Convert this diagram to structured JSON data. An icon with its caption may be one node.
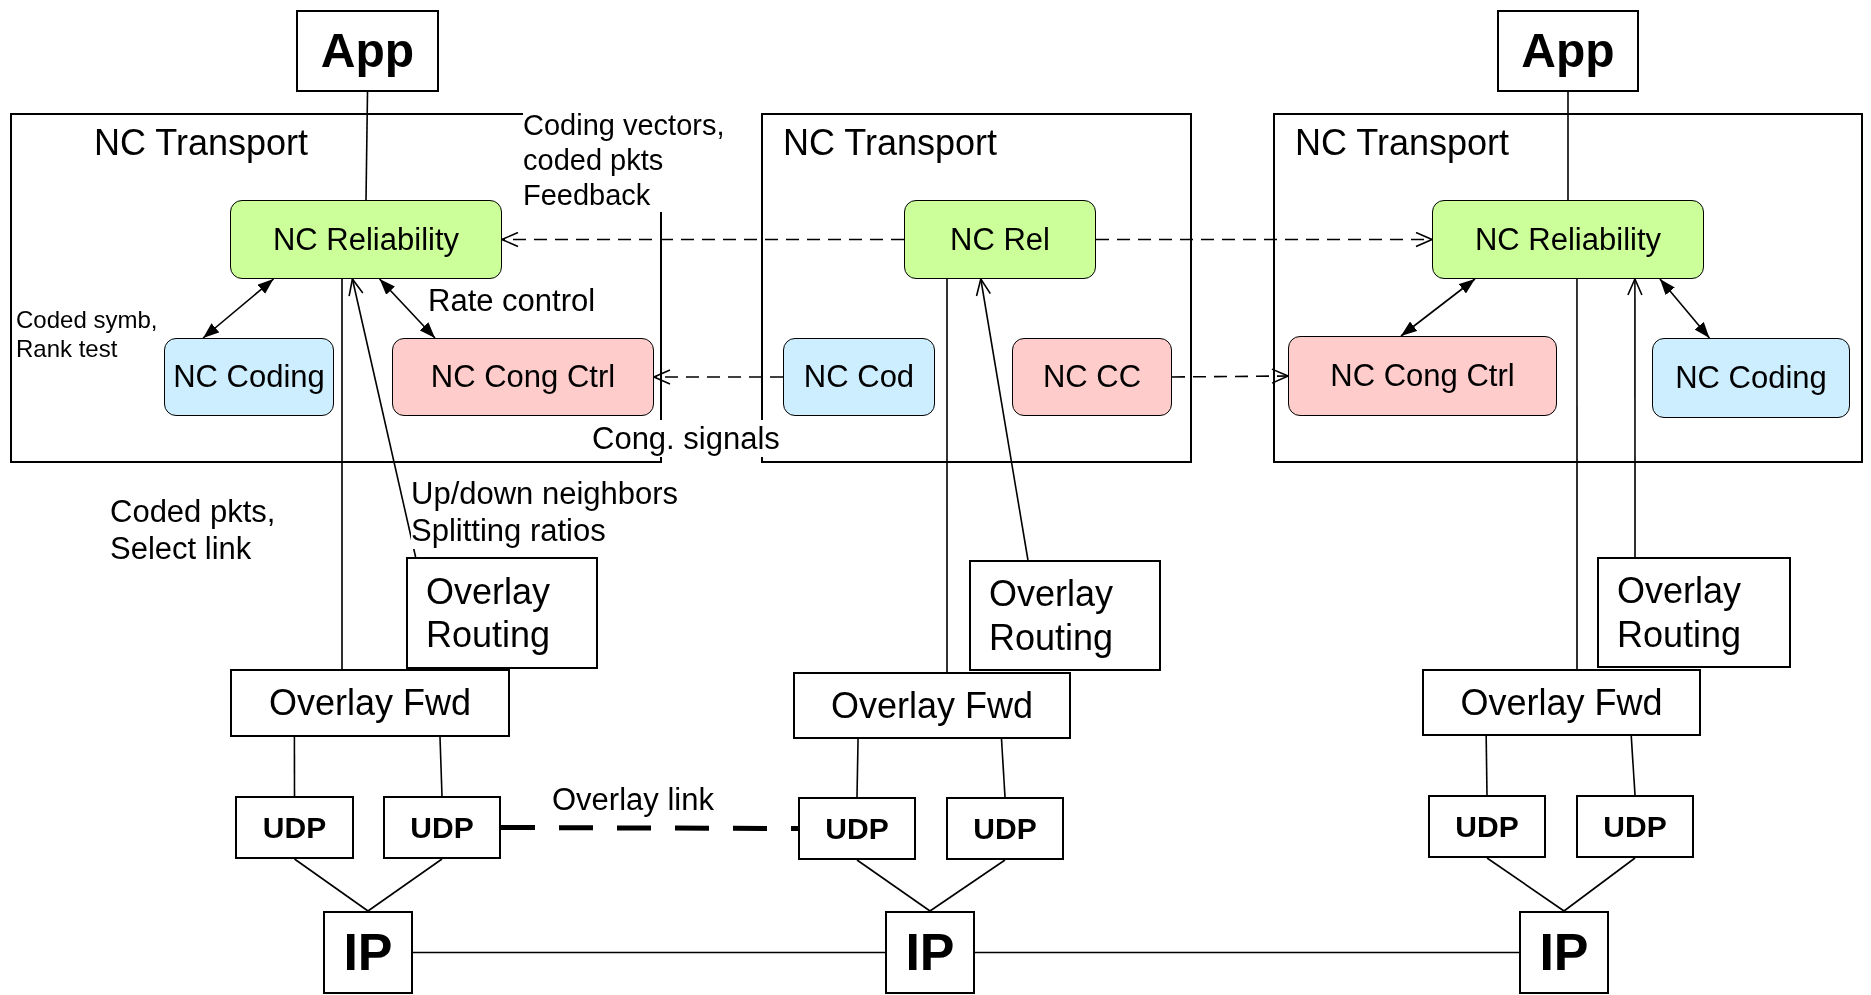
{
  "diagram": {
    "nodes": [
      {
        "text": [
          "App"
        ]
      },
      {
        "text": [
          "NC Transport"
        ]
      },
      {
        "text": [
          "NC Reliability"
        ],
        "in": 1
      },
      {
        "text": [
          "NC Coding"
        ],
        "in": 1
      },
      {
        "text": [
          "NC Cong Ctrl"
        ],
        "in": 1
      },
      {
        "text": [
          "Overlay Routing"
        ]
      },
      {
        "text": [
          "Overlay Fwd"
        ]
      },
      {
        "text": [
          "UDP"
        ]
      },
      {
        "text": [
          "UDP"
        ]
      },
      {
        "text": [
          "IP"
        ]
      },
      {
        "text": [
          "NC Transport"
        ]
      },
      {
        "text": [
          "NC Rel"
        ],
        "in": 10
      },
      {
        "text": [
          "NC Cod"
        ],
        "in": 10
      },
      {
        "text": [
          "NC CC"
        ],
        "in": 10
      },
      {
        "text": [
          "Overlay Routing"
        ]
      },
      {
        "text": [
          "Overlay Fwd"
        ]
      },
      {
        "text": [
          "UDP"
        ]
      },
      {
        "text": [
          "UDP"
        ]
      },
      {
        "text": [
          "IP"
        ]
      },
      {
        "text": [
          "App"
        ]
      },
      {
        "text": [
          "NC Transport"
        ]
      },
      {
        "text": [
          "NC Reliability"
        ],
        "in": 20
      },
      {
        "text": [
          "NC Cong Ctrl"
        ],
        "in": 20
      },
      {
        "text": [
          "NC Coding"
        ],
        "in": 20
      },
      {
        "text": [
          "Overlay Routing"
        ]
      },
      {
        "text": [
          "Overlay Fwd"
        ]
      },
      {
        "text": [
          "UDP"
        ]
      },
      {
        "text": [
          "UDP"
        ]
      },
      {
        "text": [
          "IP"
        ]
      }
    ],
    "edges": [
      {
        "from": 0,
        "to": 2,
        "arrow": "none"
      },
      {
        "from": 2,
        "to": 3,
        "arrow": "both",
        "label": "Coded symb, Rank test"
      },
      {
        "from": 2,
        "to": 4,
        "arrow": "both",
        "label": "Rate control"
      },
      {
        "from": 2,
        "to": 6,
        "arrow": "none",
        "label": "Coded pkts, Select link"
      },
      {
        "from": 5,
        "to": 2,
        "arrow": "to",
        "label": "Up/down neighbors Splitting ratios"
      },
      {
        "from": 11,
        "to": 2,
        "arrow": "to",
        "style": "dashed",
        "label": "Coding vectors, coded pkts Feedback"
      },
      {
        "from": 11,
        "to": 21,
        "arrow": "to",
        "style": "dashed"
      },
      {
        "from": 12,
        "to": 4,
        "arrow": "to",
        "style": "dashed",
        "label": "Cong. signals"
      },
      {
        "from": 13,
        "to": 22,
        "arrow": "to",
        "style": "dashed"
      },
      {
        "from": 11,
        "to": 15,
        "arrow": "none"
      },
      {
        "from": 14,
        "to": 11,
        "arrow": "to"
      },
      {
        "from": 19,
        "to": 21,
        "arrow": "none"
      },
      {
        "from": 21,
        "to": 22,
        "arrow": "both"
      },
      {
        "from": 21,
        "to": 23,
        "arrow": "both"
      },
      {
        "from": 21,
        "to": 25,
        "arrow": "none"
      },
      {
        "from": 24,
        "to": 21,
        "arrow": "to"
      },
      {
        "from": 6,
        "to": 7,
        "arrow": "none"
      },
      {
        "from": 6,
        "to": 8,
        "arrow": "none"
      },
      {
        "from": 7,
        "to": 9,
        "arrow": "none"
      },
      {
        "from": 8,
        "to": 9,
        "arrow": "none"
      },
      {
        "from": 15,
        "to": 16,
        "arrow": "none"
      },
      {
        "from": 15,
        "to": 17,
        "arrow": "none"
      },
      {
        "from": 16,
        "to": 18,
        "arrow": "none"
      },
      {
        "from": 17,
        "to": 18,
        "arrow": "none"
      },
      {
        "from": 25,
        "to": 26,
        "arrow": "none"
      },
      {
        "from": 25,
        "to": 27,
        "arrow": "none"
      },
      {
        "from": 26,
        "to": 28,
        "arrow": "none"
      },
      {
        "from": 27,
        "to": 28,
        "arrow": "none"
      },
      {
        "from": 8,
        "to": 16,
        "arrow": "none",
        "style": "dashed",
        "label": "Overlay link"
      },
      {
        "from": 9,
        "to": 18,
        "arrow": "none"
      },
      {
        "from": 18,
        "to": 28,
        "arrow": "none"
      }
    ]
  }
}
